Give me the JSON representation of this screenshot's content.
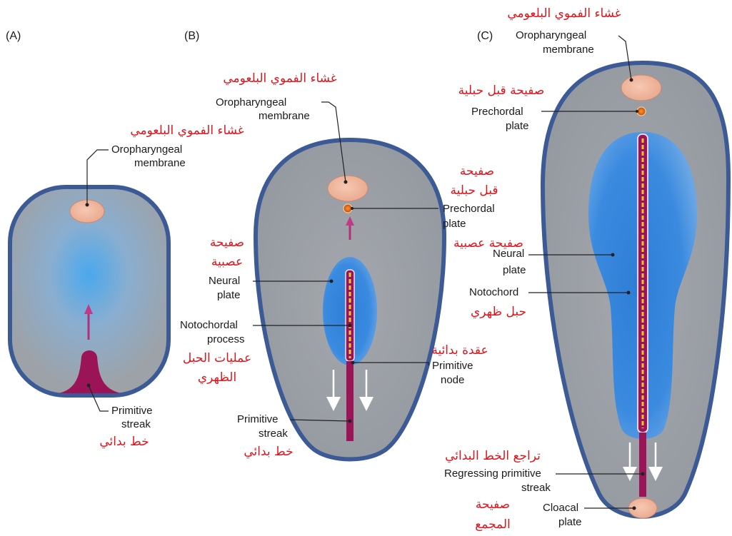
{
  "panels": {
    "a": {
      "letter": "(A)",
      "oropharyngeal_ar": "غشاء الفموي البلعومي",
      "oropharyngeal_en": [
        "Oropharyngeal",
        "membrane"
      ],
      "primitive_streak_en": [
        "Primitive",
        "streak"
      ],
      "primitive_streak_ar": "خط بدائي"
    },
    "b": {
      "letter": "(B)",
      "oropharyngeal_ar": "غشاء الفموي البلعومي",
      "oropharyngeal_en": [
        "Oropharyngeal",
        "membrane"
      ],
      "prechordal_ar": [
        "صفيحة",
        "قبل حبلية"
      ],
      "prechordal_en": [
        "Prechordal",
        "plate"
      ],
      "neural_ar": [
        "صفيحة",
        "عصبية"
      ],
      "neural_en": [
        "Neural",
        "plate"
      ],
      "notochordal_en": [
        "Notochordal",
        "process"
      ],
      "notochordal_ar": [
        "عمليات الحبل",
        "الظهري"
      ],
      "node_ar": "عقدة بدائية",
      "node_en": [
        "Primitive",
        "node"
      ],
      "streak_en": [
        "Primitive",
        "streak"
      ],
      "streak_ar": "خط بدائي"
    },
    "c": {
      "letter": "(C)",
      "oropharyngeal_ar": "غشاء الفموي البلعومي",
      "oropharyngeal_en": [
        "Oropharyngeal",
        "membrane"
      ],
      "prechordal_ar": "صفيحة قبل حبلية",
      "prechordal_en": [
        "Prechordal",
        "plate"
      ],
      "neural_ar": "صفيحة عصبية",
      "neural_en": [
        "Neural",
        "plate"
      ],
      "notochord_en": "Notochord",
      "notochord_ar": "حبل ظهري",
      "regressing_ar": "تراجع الخط البدائي",
      "regressing_en": [
        "Regressing primitive",
        "streak"
      ],
      "cloacal_ar": [
        "صفيحة",
        "المجمع"
      ],
      "cloacal_en": [
        "Cloacal",
        "plate"
      ]
    }
  },
  "colors": {
    "outline": "#3c5a96",
    "body": "#9a9fa6",
    "neural": "#3c8ce0",
    "membrane": "#f0b49a",
    "streak": "#9c1458",
    "notochord": "#e8c834",
    "arabic_text": "#e0141b"
  }
}
